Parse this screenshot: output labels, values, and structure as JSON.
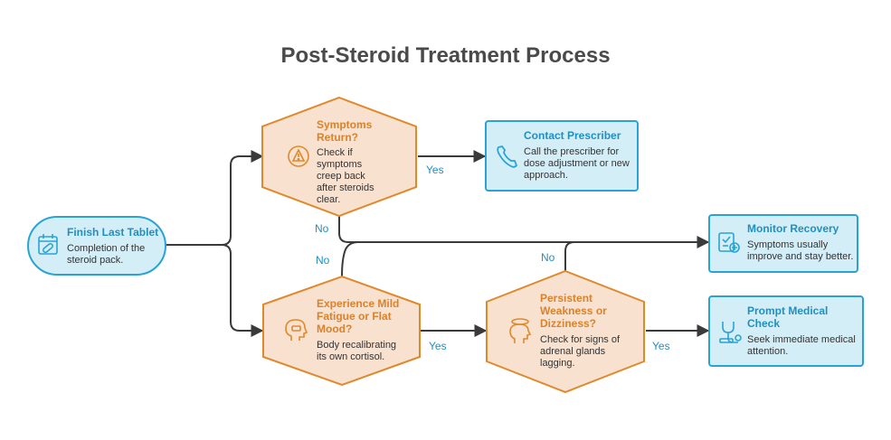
{
  "title": "Post-Steroid Treatment Process",
  "colors": {
    "blue_fill": "#d4eef8",
    "blue_stroke": "#29a3d6",
    "orange_fill": "#f8e1cf",
    "orange_stroke": "#e0892c",
    "line": "#3a3a3a",
    "label": "#1f8fc2"
  },
  "nodes": {
    "finish": {
      "title": "Finish Last Tablet",
      "desc": "Completion of the steroid pack.",
      "icon": "pill-calendar-icon"
    },
    "symptoms": {
      "title": "Symptoms Return?",
      "desc": "Check if symptoms creep back after steroids clear.",
      "icon": "warning-icon"
    },
    "contact": {
      "title": "Contact Prescriber",
      "desc": "Call the prescriber for dose adjustment or new approach.",
      "icon": "phone-icon"
    },
    "fatigue": {
      "title": "Experience Mild Fatigue or Flat Mood?",
      "desc": "Body recalibrating its own cortisol.",
      "icon": "head-battery-icon"
    },
    "weakness": {
      "title": "Persistent Weakness or Dizziness?",
      "desc": "Check for signs of adrenal glands lagging.",
      "icon": "dizzy-head-icon"
    },
    "monitor": {
      "title": "Monitor Recovery",
      "desc": "Symptoms usually improve and stay better.",
      "icon": "clipboard-check-icon"
    },
    "medical": {
      "title": "Prompt Medical Check",
      "desc": "Seek immediate medical attention.",
      "icon": "stethoscope-icon"
    }
  },
  "edges": {
    "symptoms_yes": "Yes",
    "symptoms_no": "No",
    "fatigue_no": "No",
    "fatigue_yes": "Yes",
    "weakness_no": "No",
    "weakness_yes": "Yes"
  }
}
